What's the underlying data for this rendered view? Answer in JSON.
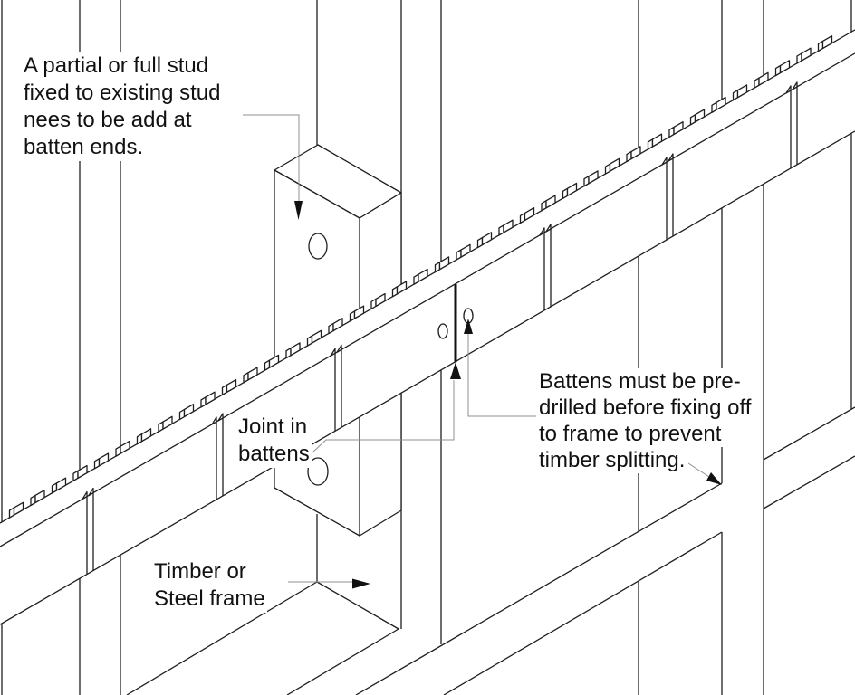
{
  "drawing": {
    "background": "#ffffff",
    "line_color": "#1f1f1f",
    "leader_color": "#909090",
    "arrow_color": "#111111"
  },
  "annotations": {
    "partial_stud": {
      "lines": [
        "A partial or full stud",
        "fixed to existing stud",
        "nees to be add at",
        "batten ends."
      ]
    },
    "joint": {
      "lines": [
        "Joint in",
        "battens"
      ]
    },
    "predrill": {
      "lines": [
        "Battens must be pre-",
        "drilled before fixing off",
        "to frame to prevent",
        "timber splitting."
      ]
    },
    "frame": {
      "lines": [
        "Timber or",
        "Steel frame"
      ]
    }
  }
}
